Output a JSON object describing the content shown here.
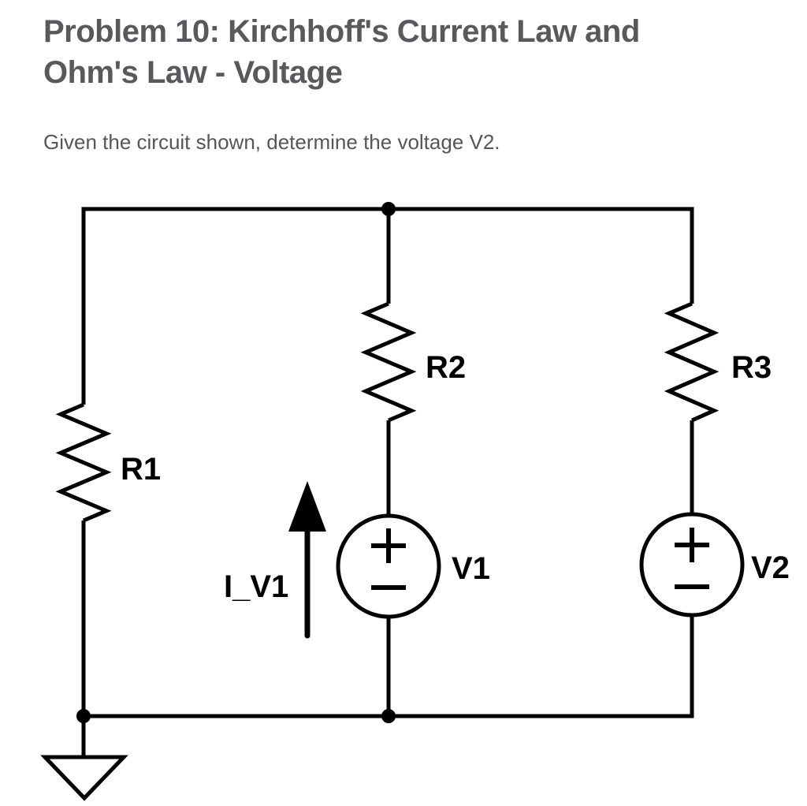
{
  "header": {
    "title_line1": "Problem 10: Kirchhoff's Current Law and",
    "title_line2": "Ohm's Law - Voltage",
    "description": "Given the circuit shown, determine the voltage V2."
  },
  "colors": {
    "title": "#58595b",
    "description": "#55565a",
    "diagram": "#000000",
    "background": "#ffffff"
  },
  "circuit": {
    "resistors": [
      {
        "id": "R1",
        "label": "R1"
      },
      {
        "id": "R2",
        "label": "R2"
      },
      {
        "id": "R3",
        "label": "R3"
      }
    ],
    "sources": [
      {
        "id": "V1",
        "label": "V1",
        "polarity_top": "+",
        "polarity_bottom": "−"
      },
      {
        "id": "V2",
        "label": "V2",
        "polarity_top": "+",
        "polarity_bottom": "−"
      }
    ],
    "current_arrow": {
      "label": "I_V1",
      "direction": "up"
    },
    "ground": {
      "present": true,
      "node": "bottom-left"
    }
  }
}
